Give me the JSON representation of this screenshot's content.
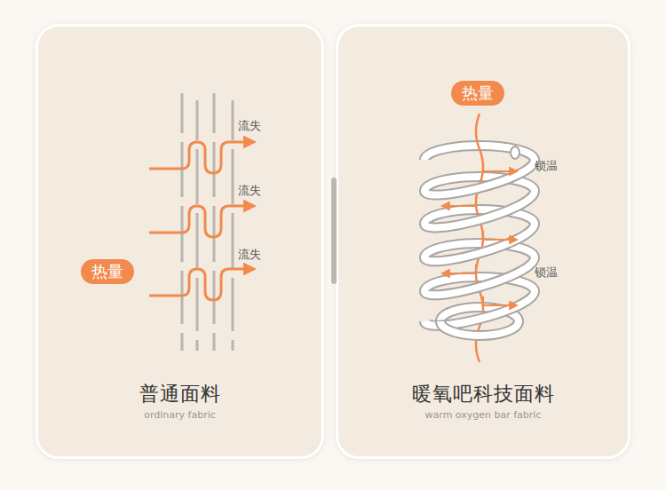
{
  "diagram": {
    "nodes": [
      {
        "text": [
          "普通面料",
          "ordinary fabric"
        ]
      },
      {
        "text": [
          "热量"
        ],
        "in": 0
      },
      {
        "text": [
          "暖氧吧科技面料",
          "warm oxygen bar fabric"
        ]
      },
      {
        "text": [
          "热量"
        ],
        "in": 2
      }
    ],
    "labels": [
      "流失",
      "流失",
      "流失",
      "锁温",
      "锁温"
    ]
  }
}
